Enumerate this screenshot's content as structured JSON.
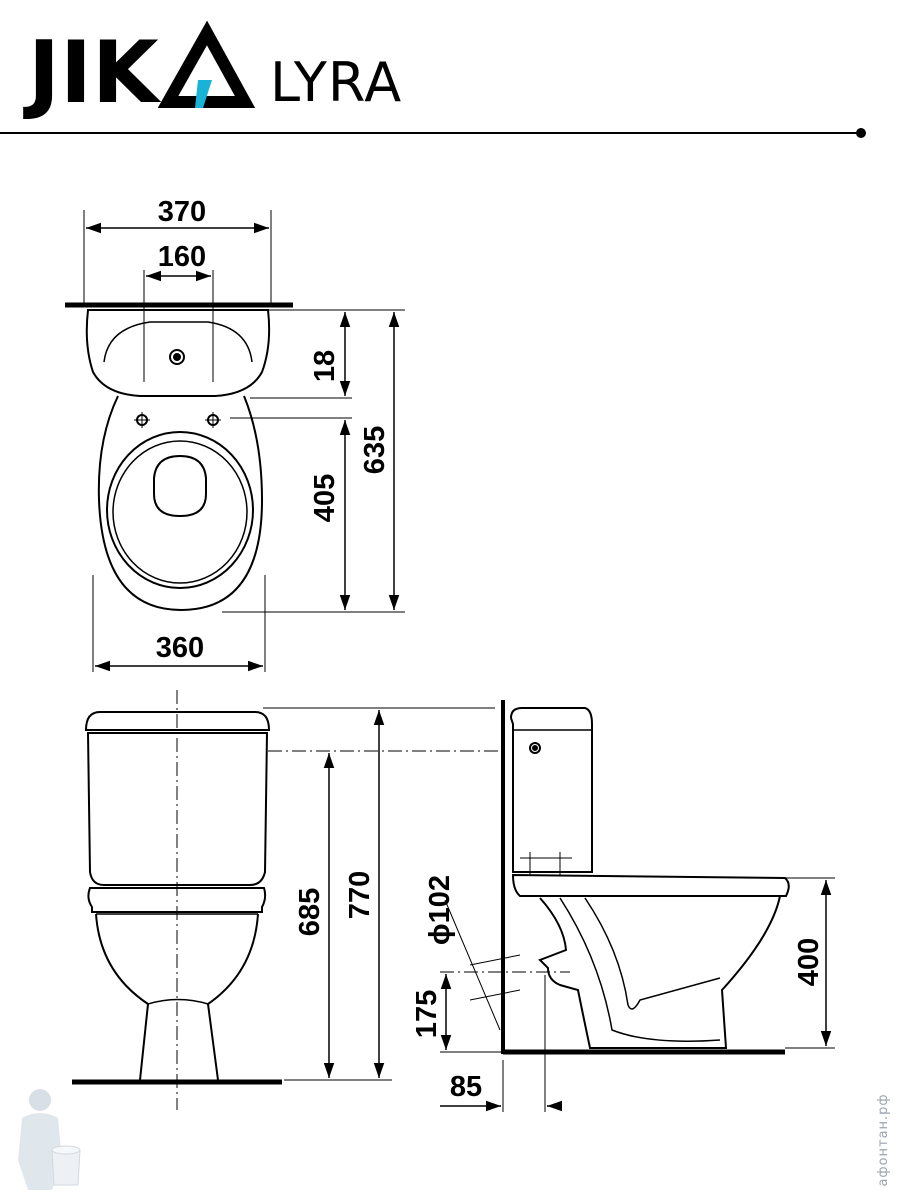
{
  "header": {
    "brand": "JIK",
    "model": "LYRA",
    "accent_color": "#19b3d8"
  },
  "dimensions": {
    "top_width": "370",
    "hole_spacing": "160",
    "seat_depth": "18",
    "bowl_length": "405",
    "total_depth": "635",
    "bowl_width": "360",
    "tank_center_height": "685",
    "total_height": "770",
    "outlet_diameter": "ϕ102",
    "outlet_height": "175",
    "wall_offset": "85",
    "seat_height": "400"
  },
  "watermark": {
    "text": "афонтан.рф",
    "logo_icon": "plumber-mascot-icon"
  }
}
